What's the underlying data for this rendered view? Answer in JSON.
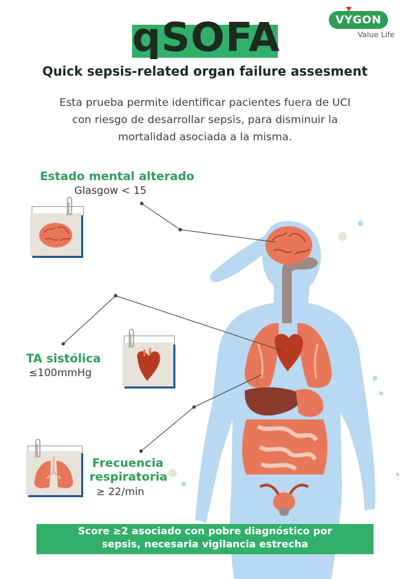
{
  "header": {
    "title": "qSOFA",
    "subtitle": "Quick sepsis-related organ failure assesment"
  },
  "brand": {
    "name": "VYGON",
    "tagline": "Value Life"
  },
  "intro": {
    "line1": "Esta prueba permite identificar pacientes fuera de UCI",
    "line2": "con riesgo de desarrollar sepsis, para disminuir la",
    "line3": "mortalidad asociada a la misma."
  },
  "criteria": {
    "mental": {
      "label": "Estado mental alterado",
      "detail": "Glasgow < 15",
      "icon": "brain-icon"
    },
    "pressure": {
      "label": "TA sistólica",
      "detail": "≤100mmHg",
      "icon": "heart-icon"
    },
    "resp": {
      "label1": "Frecuencia",
      "label2": "respiratoria",
      "detail": "≥ 22/min",
      "icon": "lungs-icon"
    }
  },
  "footer": {
    "line1": "Score ≥2 asociado con pobre diagnóstico por",
    "line2": "sepsis, necesaria vigilancia estrecha"
  },
  "colors": {
    "accent": "#32b06a",
    "body": "#b9d8f2",
    "organ": "#e8775a"
  }
}
